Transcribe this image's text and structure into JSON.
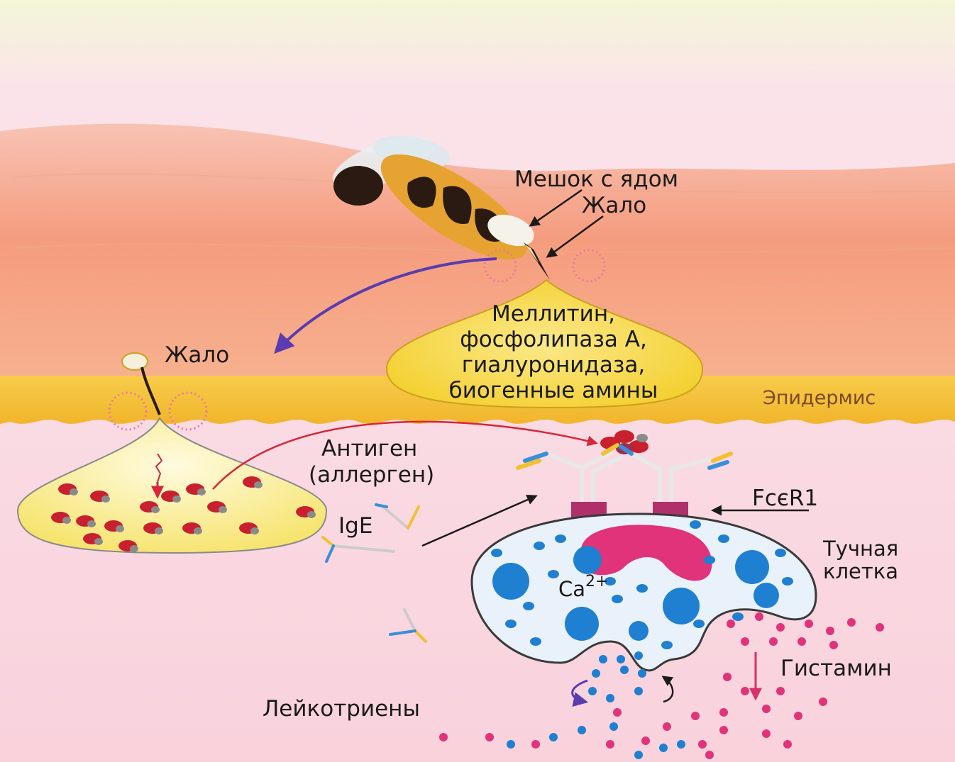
{
  "labels": {
    "venom_sac": "Мешок с ядом",
    "stinger_top": "Жало",
    "stinger_left": "Жало",
    "epidermis": "Эпидермис",
    "antigen_line1": "Антиген",
    "antigen_line2": "(аллерген)",
    "ige": "IgE",
    "receptor": "FcєR1",
    "mast_cell_line1": "Тучная",
    "mast_cell_line2": "клетка",
    "calcium": "Ca",
    "calcium_charge": "2+",
    "histamine": "Гистамин",
    "leukotrienes": "Лейкотриены"
  },
  "venom_components": [
    "Меллитин,",
    "фосфолипаза А,",
    "гиалуронидаза,",
    "биогенные амины"
  ],
  "colors": {
    "skin": "#f6b09a",
    "epidermis": "#f5c23a",
    "venom_bubble": "#f4e04a",
    "tissue": "#f7dce6",
    "granule": "#1f7fd1",
    "nucleus": "#e0337a",
    "histamine_dot": "#e0337a",
    "arrow_purple": "#5a3bb0",
    "arrow_red": "#d8263a",
    "antigen": "#c8202e"
  }
}
